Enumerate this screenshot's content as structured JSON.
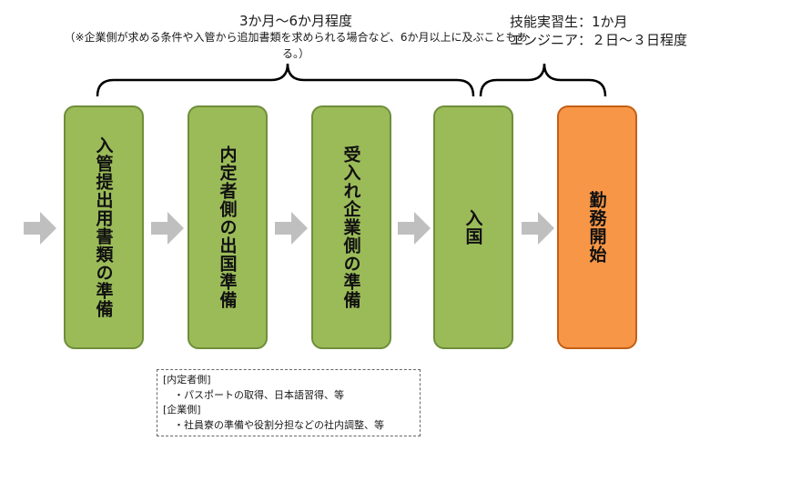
{
  "period_top": {
    "main": "3か月～6か月程度",
    "note": "（※企業側が求める条件や入管から追加書類を求められる場合など、6か月以上に及ぶこともある。）"
  },
  "period_right": {
    "line1": "技能実習生：1か月",
    "line2": "エンジニア：２日～３日程度"
  },
  "steps": [
    {
      "label": "入管提出用書類の準備"
    },
    {
      "label": "内定者側の出国準備"
    },
    {
      "label": "受入れ企業側の準備"
    },
    {
      "label": "入国"
    },
    {
      "label": "勤務開始"
    }
  ],
  "colors": {
    "step_green": "#9bbb59",
    "step_orange": "#f79646",
    "arrow": "#bfbfbf"
  },
  "notes": {
    "header1": "[内定者側]",
    "item1": "・パスポートの取得、日本語習得、等",
    "header2": "[企業側]",
    "item2": "・社員寮の準備や役割分担などの社内調整、等"
  }
}
